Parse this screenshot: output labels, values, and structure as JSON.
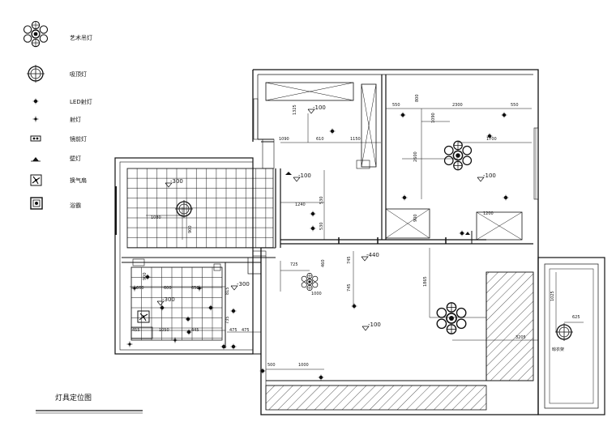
{
  "legend": [
    {
      "icon": "chandelier-icon",
      "label": "艺术吊灯"
    },
    {
      "icon": "ceiling-light-icon",
      "label": "吸顶灯"
    },
    {
      "icon": "led-spotlight-icon",
      "label": "LED射灯"
    },
    {
      "icon": "spotlight-icon",
      "label": "射灯"
    },
    {
      "icon": "mirror-light-icon",
      "label": "镜前灯"
    },
    {
      "icon": "wall-lamp-icon",
      "label": "壁灯"
    },
    {
      "icon": "exhaust-fan-icon",
      "label": "换气扇"
    },
    {
      "icon": "bath-heater-icon",
      "label": "浴霸"
    }
  ],
  "title": "灯具定位图",
  "levels": {
    "l_top": "-100",
    "l_bedroom_right": "-100",
    "l_bedroom_mid": "-100",
    "l_kitchen": "-300",
    "l_bath": "-300",
    "l_corridor": "-300",
    "l_living": "-440",
    "l_lower": "-100"
  },
  "dimensions": {
    "d1": "1325",
    "d2": "1090",
    "d3": "610",
    "d4": "1150",
    "d5": "550",
    "d6": "800",
    "d7": "2300",
    "d8": "550",
    "d9": "1090",
    "d10": "1700",
    "d11": "2600",
    "d12": "900",
    "d13": "1200",
    "d14": "1240",
    "d15": "530",
    "d16": "530",
    "d17": "1080",
    "d18": "900",
    "d19": "725",
    "d20": "460",
    "d21": "745",
    "d22": "1000",
    "d23": "745",
    "d24": "1865",
    "d25": "3205",
    "d26": "1025",
    "d27": "625",
    "d28": "500",
    "d29": "1000",
    "d30": "660",
    "d31": "600",
    "d32": "650",
    "d33": "455",
    "d34": "1050",
    "d35": "445",
    "d36": "475",
    "d37": "475",
    "d38": "815",
    "d39": "735",
    "d40": "900"
  },
  "notes": {
    "balcony": "晾衣架"
  }
}
